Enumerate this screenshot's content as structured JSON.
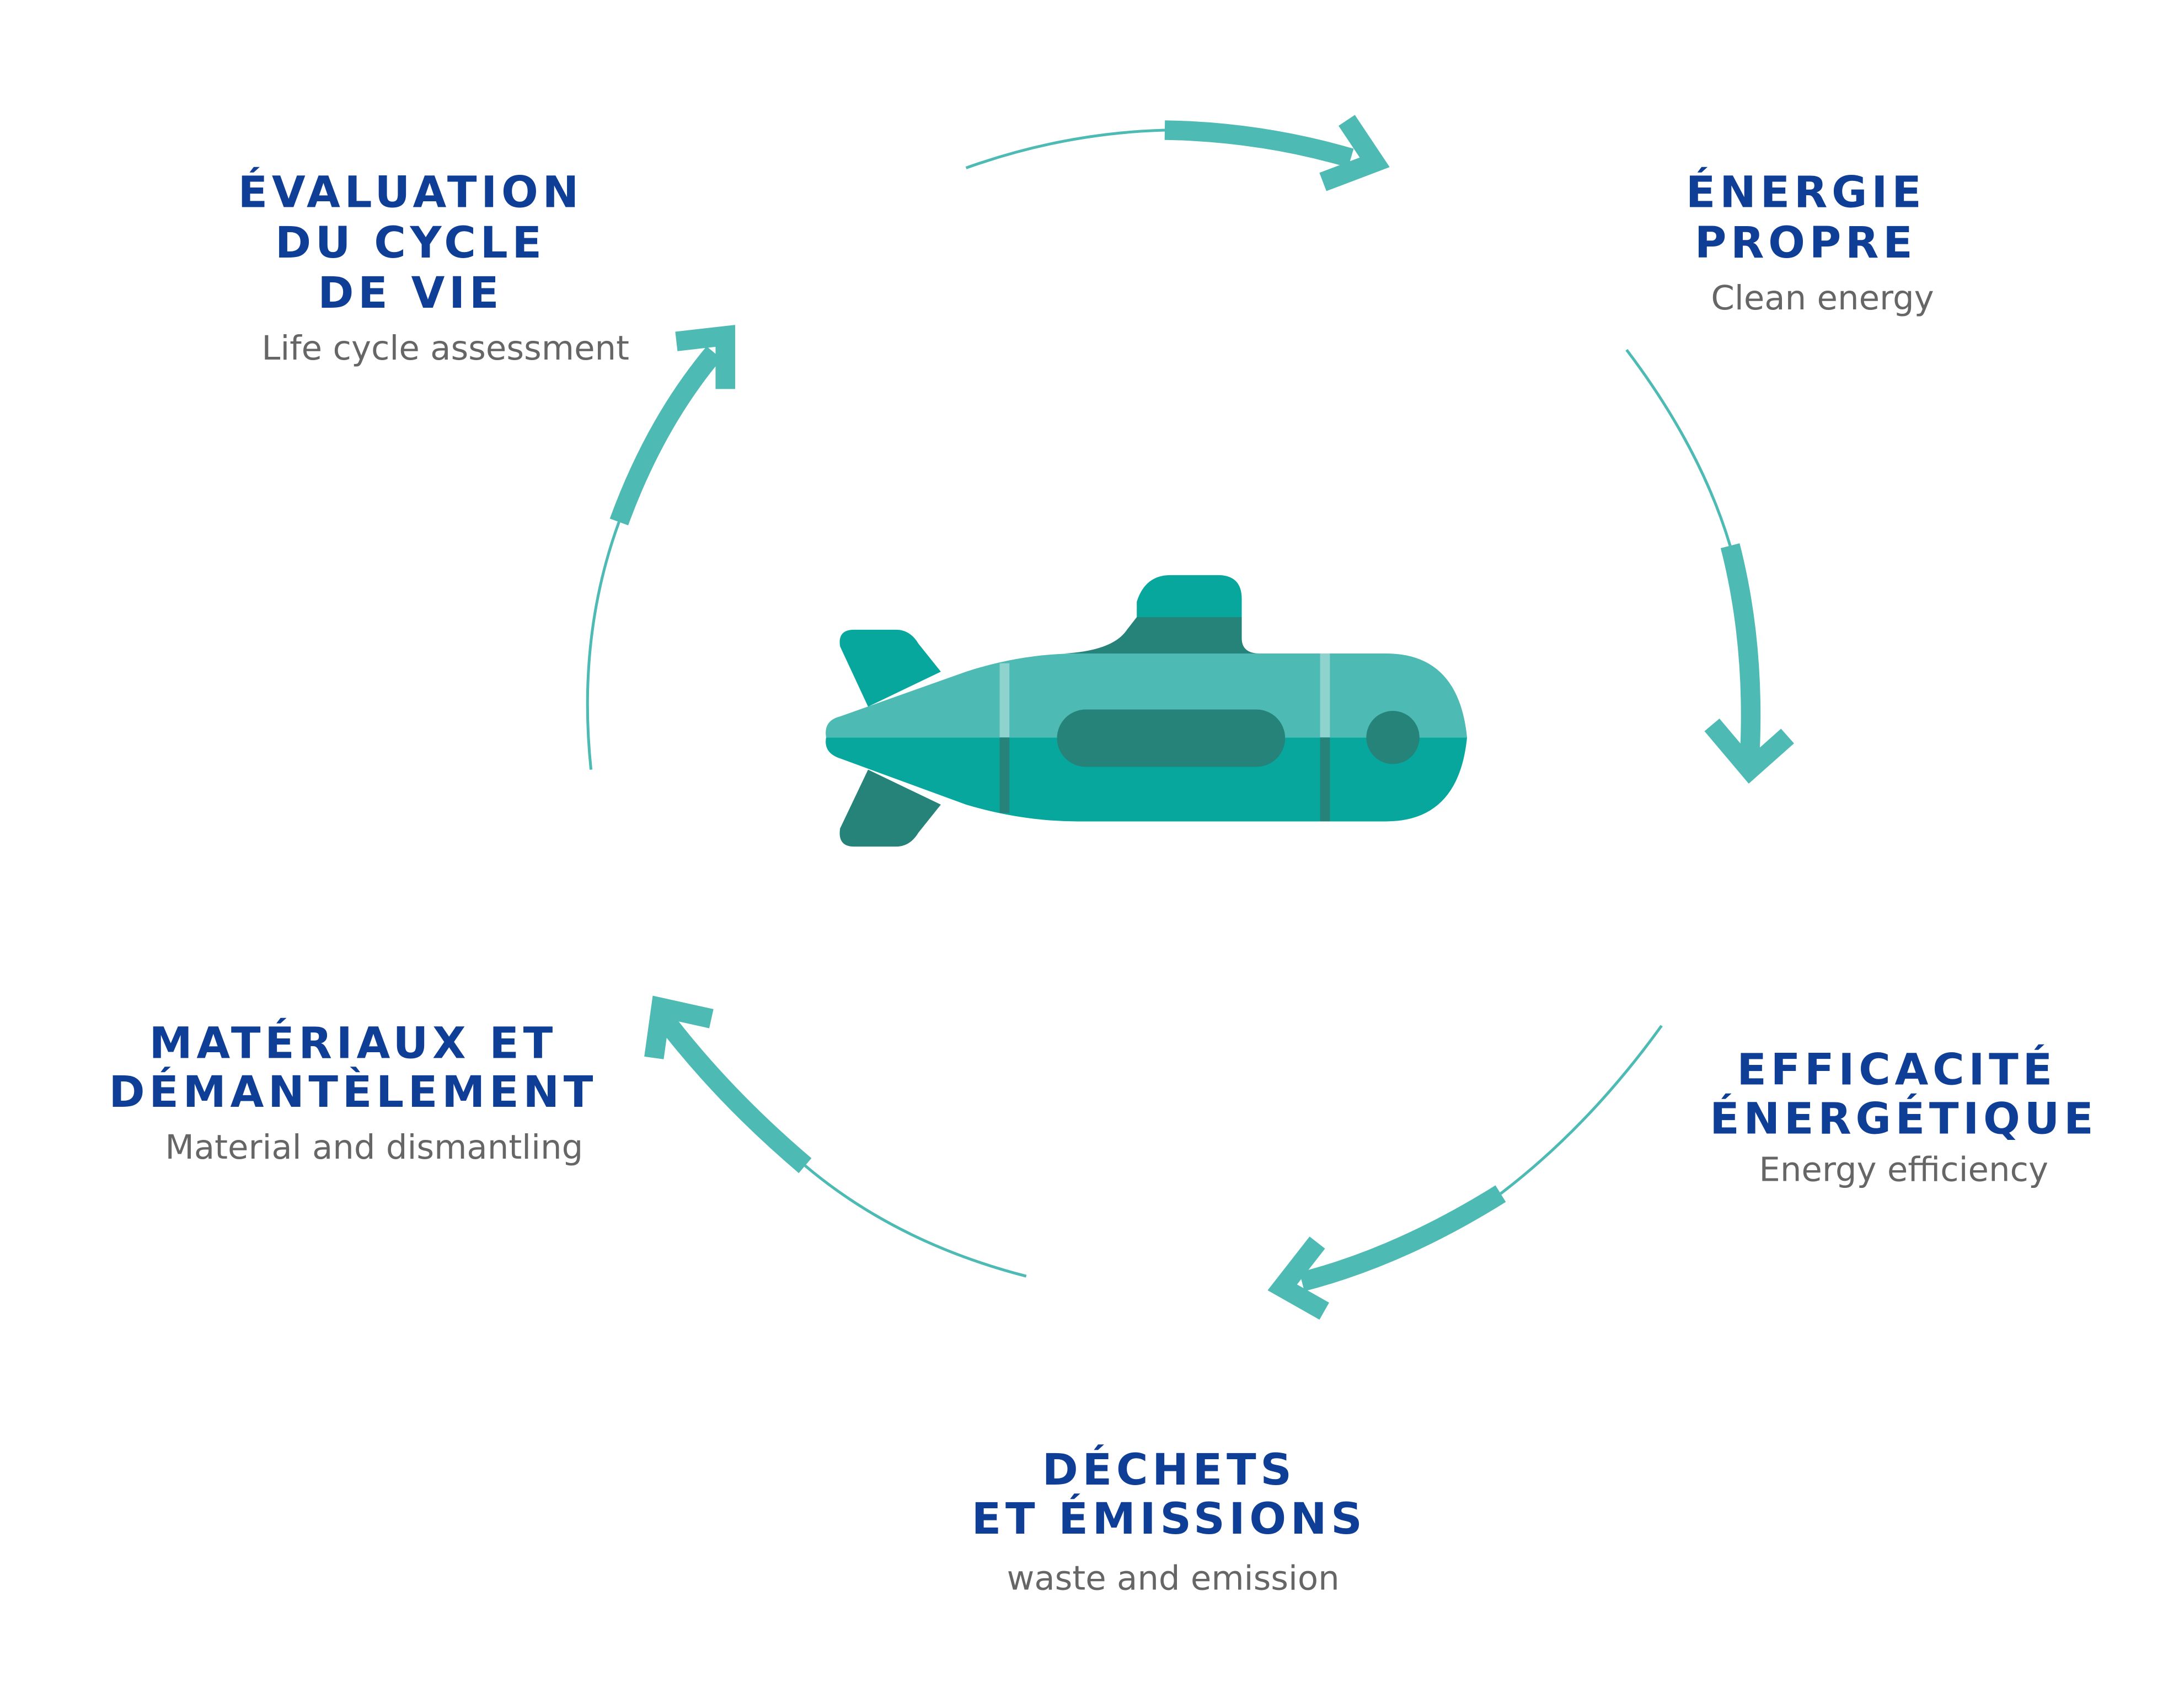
{
  "colors": {
    "accent": "#4dbab4",
    "title": "#0f3e96",
    "subtitle": "#666666",
    "sub_light": "#4dbab4",
    "sub_mid": "#07a79d",
    "sub_dark": "#25837a"
  },
  "center_icon": "submarine-icon",
  "stages": [
    {
      "title_lines": [
        "ÉVALUATION",
        "DU CYCLE",
        "DE VIE"
      ],
      "subtitle": "Life cycle assessment"
    },
    {
      "title_lines": [
        "ÉNERGIE",
        "PROPRE"
      ],
      "subtitle": "Clean energy"
    },
    {
      "title_lines": [
        "EFFICACITÉ",
        "ÉNERGÉTIQUE"
      ],
      "subtitle": "Energy efficiency"
    },
    {
      "title_lines": [
        "DÉCHETS",
        "ET ÉMISSIONS"
      ],
      "subtitle": "waste and emission"
    },
    {
      "title_lines": [
        "MATÉRIAUX ET",
        "DÉMANTÈLEMENT"
      ],
      "subtitle": "Material and dismantling"
    }
  ]
}
